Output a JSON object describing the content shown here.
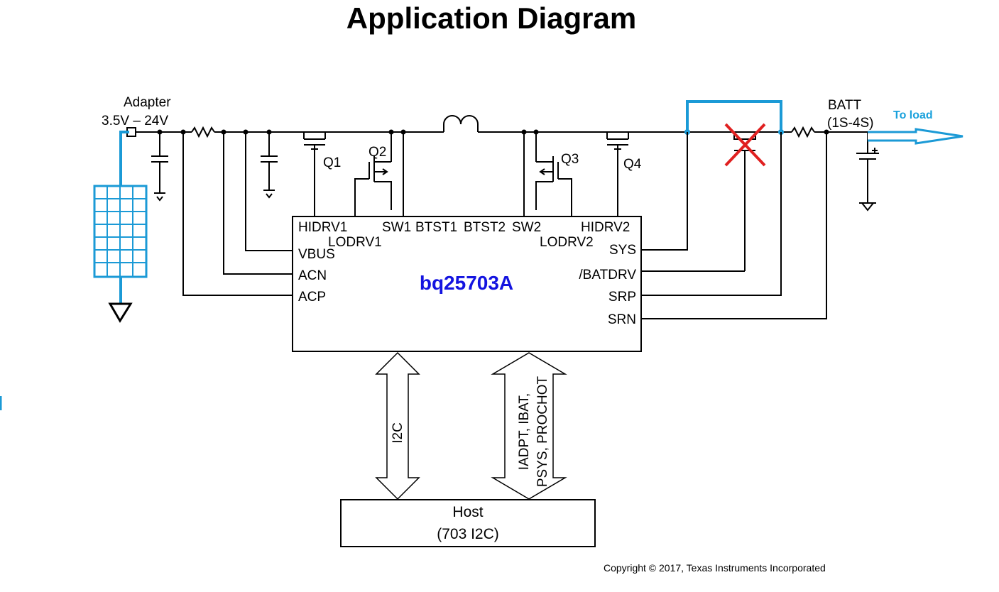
{
  "title": "Application Diagram",
  "adapter": {
    "label": "Adapter",
    "range": "3.5V – 24V"
  },
  "batt": {
    "label": "BATT",
    "cells": "(1S-4S)"
  },
  "to_load": "To load",
  "chip": {
    "name": "bq25703A",
    "top_pins": {
      "hidrv1": "HIDRV1",
      "lodrv1": "LODRV1",
      "sw1": "SW1",
      "btst1": "BTST1",
      "btst2": "BTST2",
      "sw2": "SW2",
      "lodrv2": "LODRV2",
      "hidrv2": "HIDRV2"
    },
    "left_pins": {
      "vbus": "VBUS",
      "acn": "ACN",
      "acp": "ACP"
    },
    "right_pins": {
      "sys": "SYS",
      "batdrv": "/BATDRV",
      "srp": "SRP",
      "srn": "SRN"
    }
  },
  "transistors": {
    "q1": "Q1",
    "q2": "Q2",
    "q3": "Q3",
    "q4": "Q4"
  },
  "buses": {
    "i2c": "I2C",
    "analog_line1": "IADPT, IBAT,",
    "analog_line2": "PSYS, PROCHOT"
  },
  "host": {
    "line1": "Host",
    "line2": "(703 I2C)"
  },
  "copyright": "Copyright © 2017, Texas Instruments Incorporated",
  "colors": {
    "chip_label": "#1414e0",
    "highlight": "#1b9ad6",
    "cross": "#e02020"
  }
}
